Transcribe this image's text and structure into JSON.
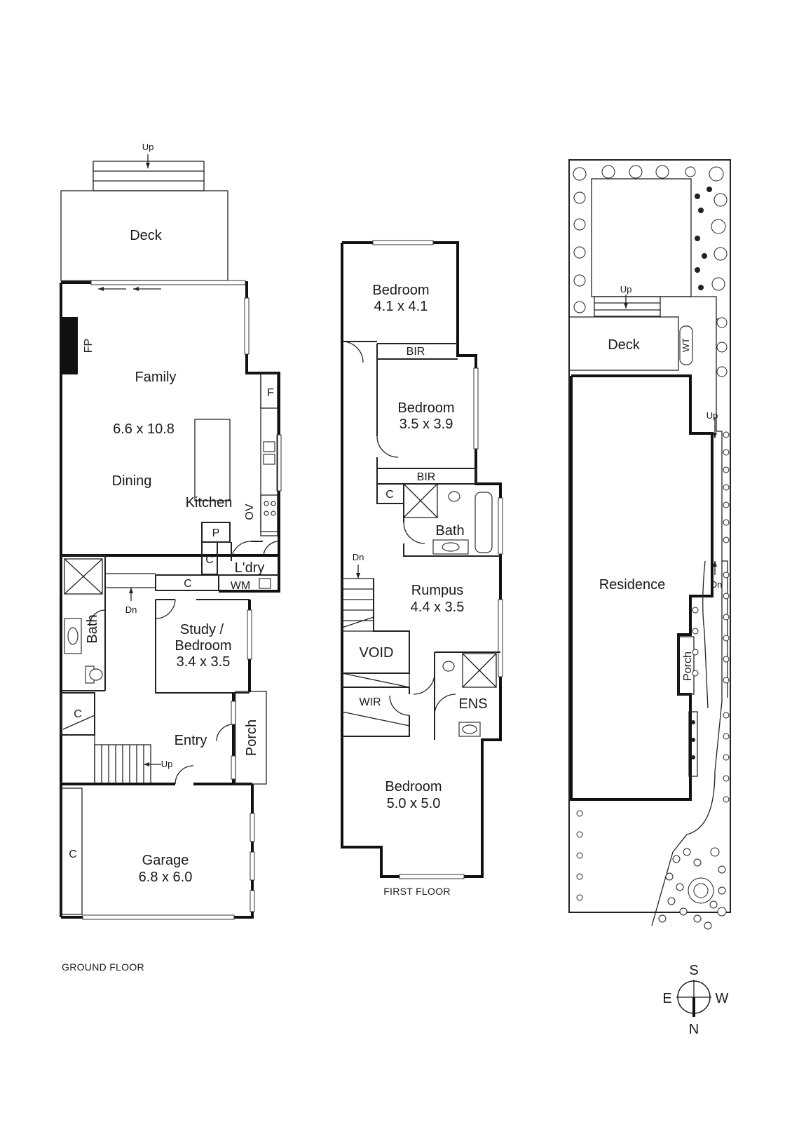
{
  "plans": {
    "ground_floor": {
      "caption": "GROUND FLOOR",
      "rooms": {
        "deck": "Deck",
        "fireplace": "FP",
        "family": "Family",
        "family_size": "6.6 x 10.8",
        "dining": "Dining",
        "kitchen": "Kitchen",
        "fridge": "F",
        "oven": "OV",
        "pantry": "P",
        "cupboard_laundry": "C",
        "laundry": "L'dry",
        "washing_machine": "WM",
        "cupboard_hall": "C",
        "bath": "Bath",
        "study": "Study /",
        "study_line2": "Bedroom",
        "study_size": "3.4 x 3.5",
        "cupboard_stair": "C",
        "entry": "Entry",
        "porch": "Porch",
        "garage": "Garage",
        "garage_size": "6.8 x 6.0",
        "cupboard_garage": "C"
      },
      "arrows": {
        "deck_steps": "Up",
        "hall": "Dn",
        "stairs": "Up"
      }
    },
    "first_floor": {
      "caption": "FIRST FLOOR",
      "rooms": {
        "bedroom1": "Bedroom",
        "bedroom1_size": "4.1 x 4.1",
        "bir1": "BIR",
        "bedroom2": "Bedroom",
        "bedroom2_size": "3.5 x 3.9",
        "bir2": "BIR",
        "cupboard": "C",
        "bath": "Bath",
        "rumpus": "Rumpus",
        "rumpus_size": "4.4 x 3.5",
        "void": "VOID",
        "wir": "WIR",
        "ensuite": "ENS",
        "bedroom3": "Bedroom",
        "bedroom3_size": "5.0 x 5.0"
      },
      "arrows": {
        "stairs": "Dn"
      }
    },
    "site_plan": {
      "rooms": {
        "deck": "Deck",
        "water_tank": "WT",
        "residence": "Residence",
        "porch": "Porch"
      },
      "arrows": {
        "garden_steps": "Up",
        "side_path": "Up",
        "front_path": "Dn"
      }
    }
  },
  "compass": {
    "top": "S",
    "left": "E",
    "right": "W",
    "bottom": "N"
  }
}
